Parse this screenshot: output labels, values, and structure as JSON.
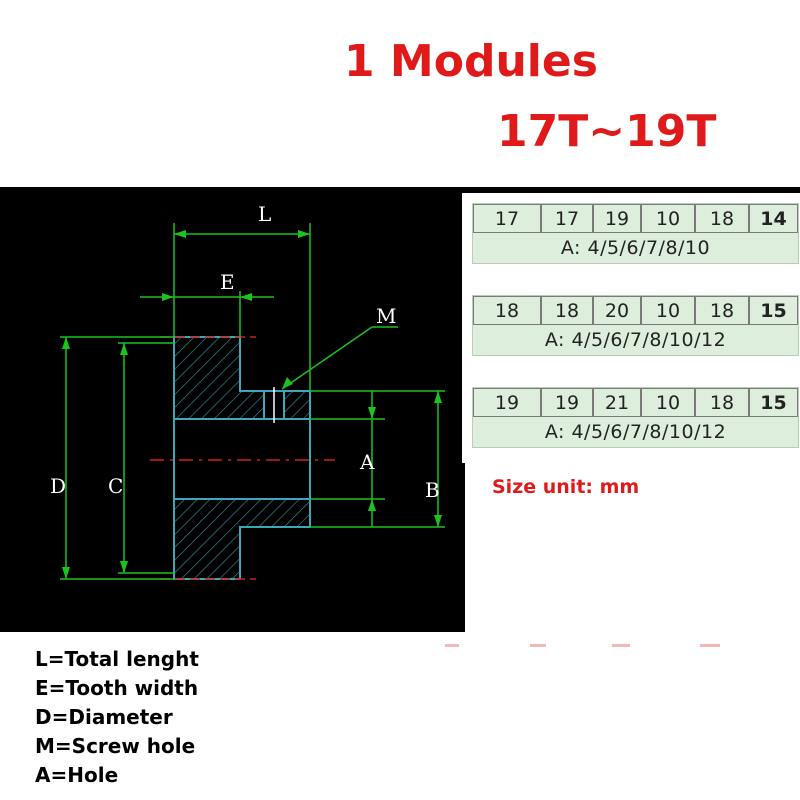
{
  "title": {
    "line1": "1 Modules",
    "line2": "17T~19T"
  },
  "drawing_labels": {
    "L": "L",
    "E": "E",
    "M": "M",
    "A": "A",
    "B": "B",
    "C": "C",
    "D": "D"
  },
  "spec_tables": [
    {
      "cells": [
        "17",
        "17",
        "19",
        "10",
        "18",
        "14"
      ],
      "a_row": "A:  4/5/6/7/8/10"
    },
    {
      "cells": [
        "18",
        "18",
        "20",
        "10",
        "18",
        "15"
      ],
      "a_row": "A:  4/5/6/7/8/10/12"
    },
    {
      "cells": [
        "19",
        "19",
        "21",
        "10",
        "18",
        "15"
      ],
      "a_row": "A:  4/5/6/7/8/10/12"
    }
  ],
  "size_unit": "Size unit: mm",
  "legend": [
    "L=Total lenght",
    "E=Tooth width",
    "D=Diameter",
    "M=Screw hole",
    "A=Hole"
  ],
  "colors": {
    "title": "#e01a1a",
    "dimension_lines": "#19c41f",
    "part_outline": "#3aa8b8",
    "hatch": "#2f8f9f",
    "centerline": "#d02020"
  }
}
